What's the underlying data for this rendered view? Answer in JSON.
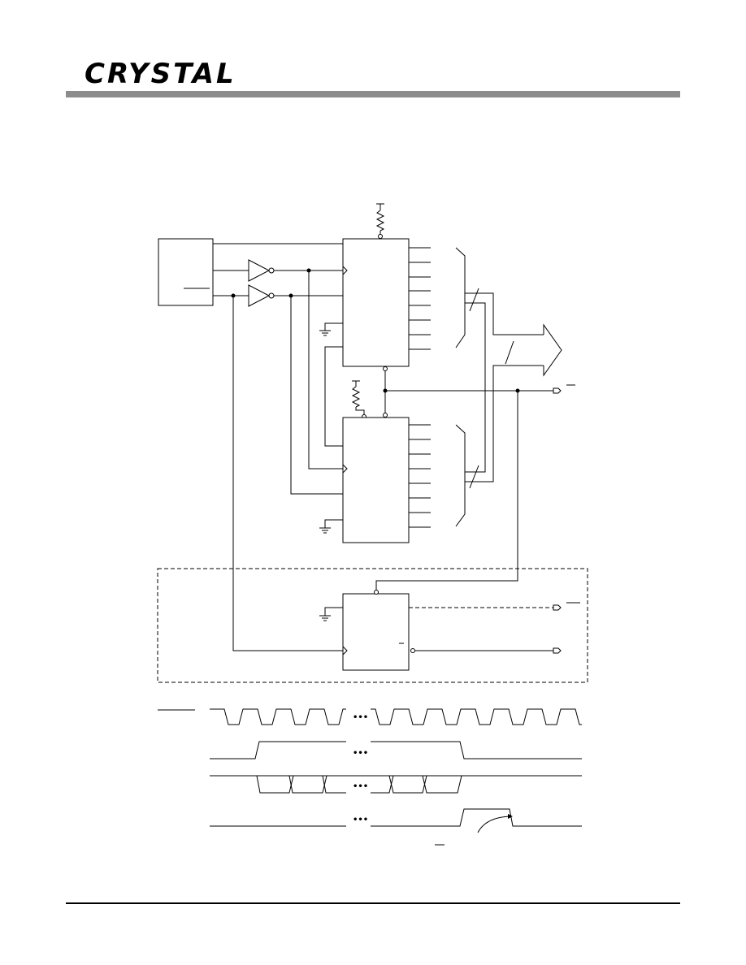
{
  "header": {
    "brand": "CRYSTAL"
  },
  "diagram": {
    "icons": [
      "pull-up-resistor",
      "ground-symbol",
      "inverter-buffer",
      "bus-arrow",
      "output-terminal",
      "ellipsis-dots"
    ],
    "ellipsis": "•••"
  }
}
